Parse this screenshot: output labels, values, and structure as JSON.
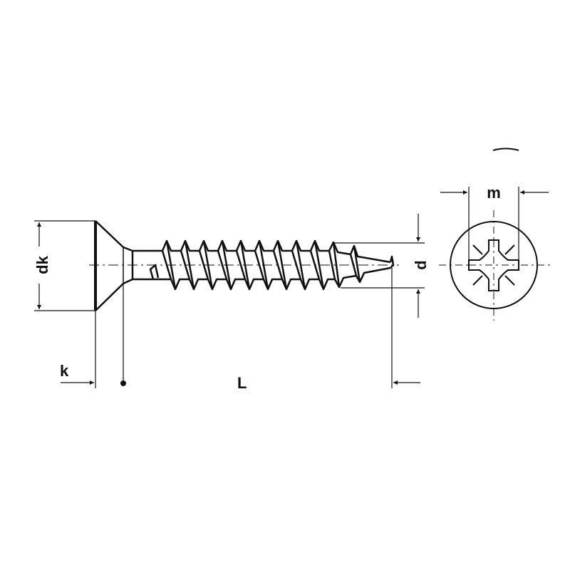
{
  "figure": {
    "type": "technical-drawing",
    "subject": "countersunk chipboard screw with pozidriv recess",
    "line_color": "#111111",
    "background": "#ffffff"
  },
  "labels": {
    "head_diameter": "dk",
    "head_height": "k",
    "length": "L",
    "thread_diameter": "d",
    "recess_size": "m"
  },
  "views": {
    "side_view": {
      "name": "side view",
      "thread_turns": 10
    },
    "end_view": {
      "name": "head end view",
      "recess": "pozidriv"
    }
  }
}
